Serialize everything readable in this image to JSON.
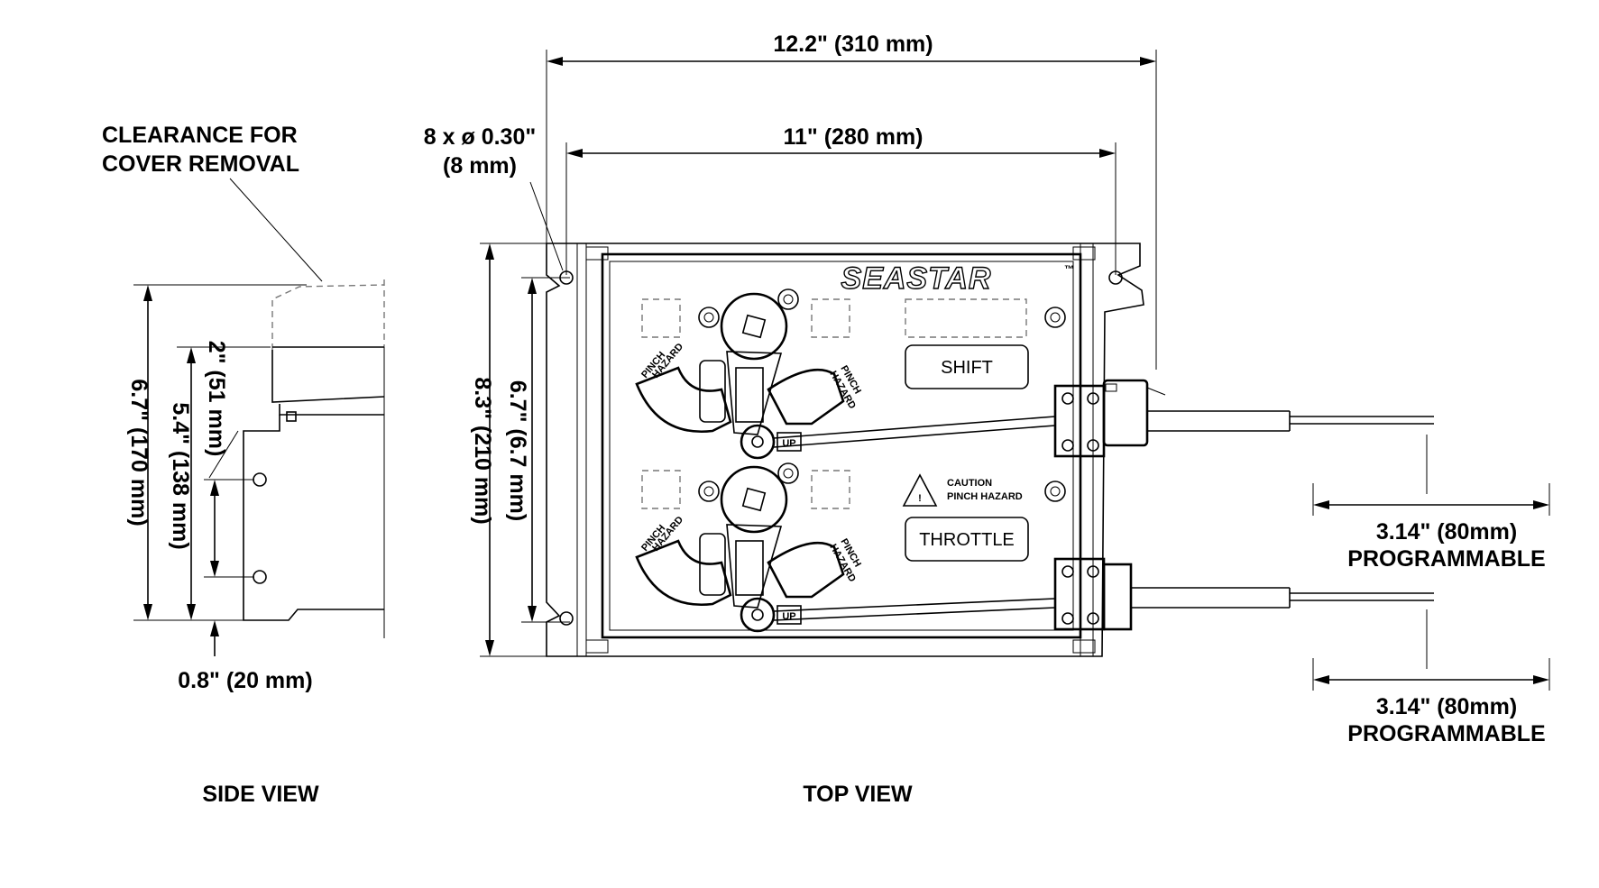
{
  "top_view": {
    "overall_width": "12.2\" (310 mm)",
    "hole_spacing_width": "11\" (280 mm)",
    "holes_line1": "8 x ø 0.30\"",
    "holes_line2": "(8 mm)",
    "overall_height": "8.3\" (210 mm)",
    "hole_spacing_height": "6.7\" (6.7 mm)",
    "brand": "SEASTAR",
    "trademark": "™",
    "shift_label": "SHIFT",
    "throttle_label": "THROTTLE",
    "caution_line1": "CAUTION",
    "caution_line2": "PINCH HAZARD",
    "pinch_line1": "PINCH",
    "pinch_line2": "HAZARD",
    "up_label": "UP",
    "travel1_line1": "3.14\" (80mm)",
    "travel1_line2": "PROGRAMMABLE",
    "travel2_line1": "3.14\" (80mm)",
    "travel2_line2": "PROGRAMMABLE",
    "caption": "TOP VIEW"
  },
  "side_view": {
    "clearance_line1": "CLEARANCE FOR",
    "clearance_line2": "COVER REMOVAL",
    "overall_height": "6.7\" (170 mm)",
    "body_height": "5.4\" (138 mm)",
    "hole_spacing": "2\" (51 mm)",
    "bottom_offset": "0.8\" (20 mm)",
    "caption": "SIDE VIEW"
  }
}
